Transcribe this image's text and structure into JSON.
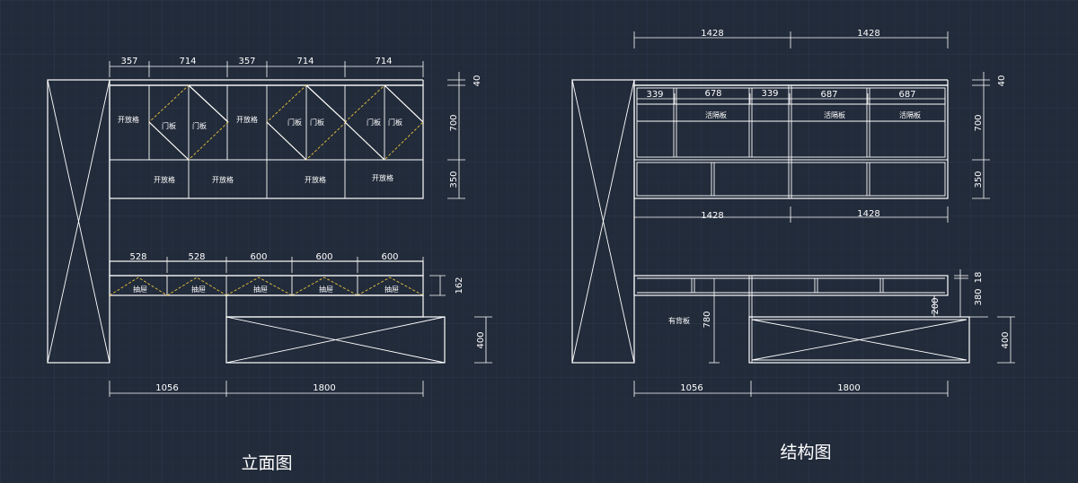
{
  "captions": {
    "elevation": "立面图",
    "structure": "结构图"
  },
  "elevation": {
    "top_dims": [
      "357",
      "714",
      "357",
      "714",
      "714"
    ],
    "side_dims": [
      "40",
      "700",
      "350"
    ],
    "drawer_dims": [
      "528",
      "528",
      "600",
      "600",
      "600"
    ],
    "drawer_side": "162",
    "desk_side": "400",
    "bottom_dims": [
      "1056",
      "1800"
    ],
    "labels": {
      "open": "开放格",
      "door": "门板",
      "drawer": "抽屉"
    }
  },
  "structure": {
    "top_dims": [
      "1428",
      "1428"
    ],
    "inner_dims": [
      "339",
      "678",
      "339",
      "687",
      "687"
    ],
    "mid_dims": [
      "1428",
      "1428"
    ],
    "side_dims": [
      "40",
      "700",
      "350"
    ],
    "small_dims": [
      "18",
      "380"
    ],
    "inner_side": "200",
    "back_side": "780",
    "desk_side": "400",
    "bottom_dims": [
      "1056",
      "1800"
    ],
    "labels": {
      "shelf": "活隔板",
      "back": "有背板"
    }
  },
  "colors": {
    "background": "#222b3a",
    "lines": "#ffffff",
    "hidden_lines": "#e8c33a",
    "grid": "#2e3a4d"
  }
}
